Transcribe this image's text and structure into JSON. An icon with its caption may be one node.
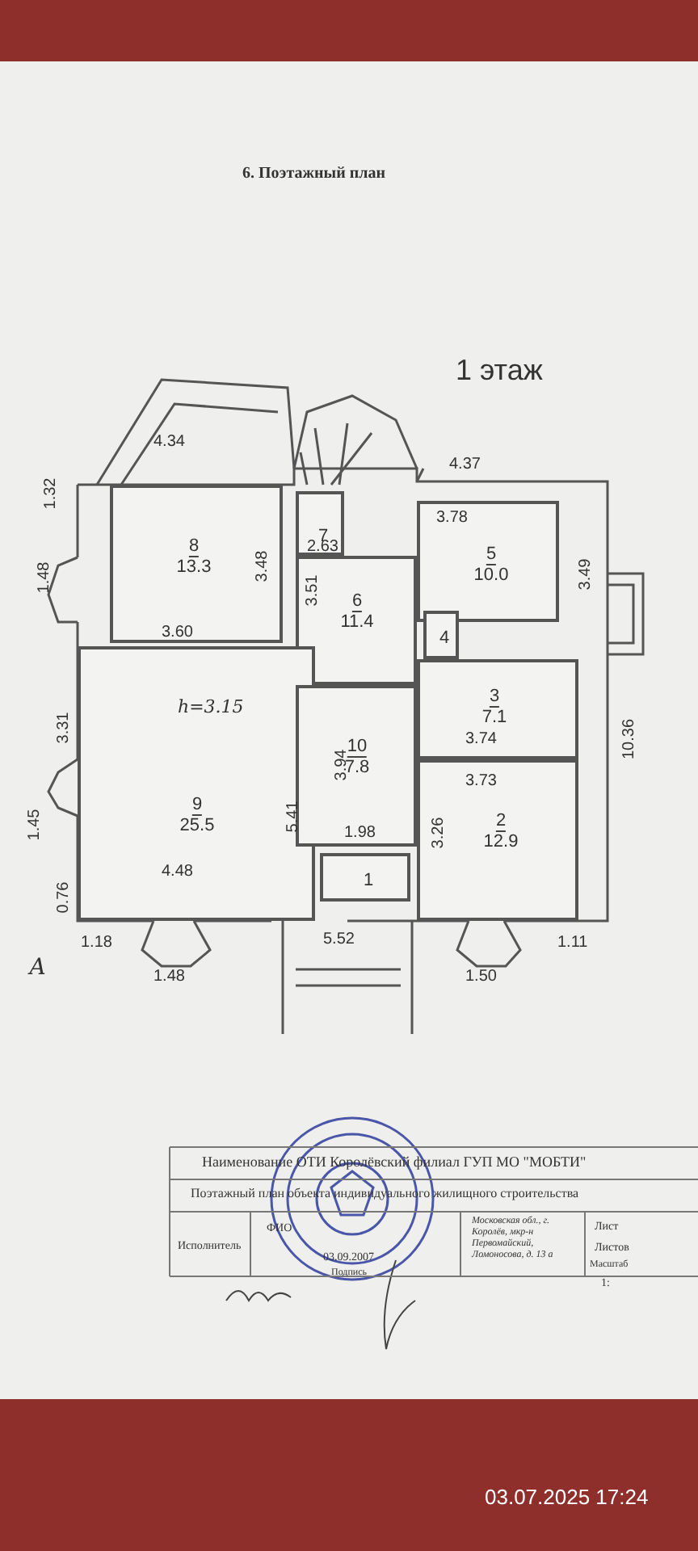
{
  "diagram": {
    "title": "6. Поэтажный план",
    "nodes": [
      {
        "text": [
          "8",
          "13.3"
        ]
      },
      {
        "text": [
          "7"
        ]
      },
      {
        "text": [
          "6",
          "11.4"
        ]
      },
      {
        "text": [
          "5",
          "10.0"
        ]
      },
      {
        "text": [
          "4"
        ]
      },
      {
        "text": [
          "9",
          "25.5"
        ]
      },
      {
        "text": [
          "10",
          "7.8"
        ]
      },
      {
        "text": [
          "3",
          "7.1"
        ]
      },
      {
        "text": [
          "2",
          "12.9"
        ]
      },
      {
        "text": [
          "1"
        ]
      }
    ],
    "labels": [
      "1 этаж",
      "4.34",
      "4.37",
      "1.32",
      "3.78",
      "1.48",
      "3.48",
      "3.51",
      "2.63",
      "3.49",
      "3.60",
      "h=3.15",
      "3.31",
      "3.94",
      "3.74",
      "10.36",
      "3.73",
      "1.45",
      "5.41",
      "1.98",
      "3.26",
      "0.76",
      "4.48",
      "1.18",
      "5.52",
      "1.11",
      "А",
      "1.48",
      "1.50",
      "Наименование ОТИ Королёвский филиал ГУП МО \"МОБТИ\"",
      "Поэтажный план объекта индивидуального жилищного строительства",
      "Исполнитель",
      "ФИО",
      "03.09.2007",
      "Подпись",
      "Московская обл., г. Королёв, мкр-н Первомайский, Ломоносова, д. 13 а",
      "Лист",
      "Листов",
      "Масштаб",
      "1:",
      "03.07.2025 17:24"
    ]
  }
}
